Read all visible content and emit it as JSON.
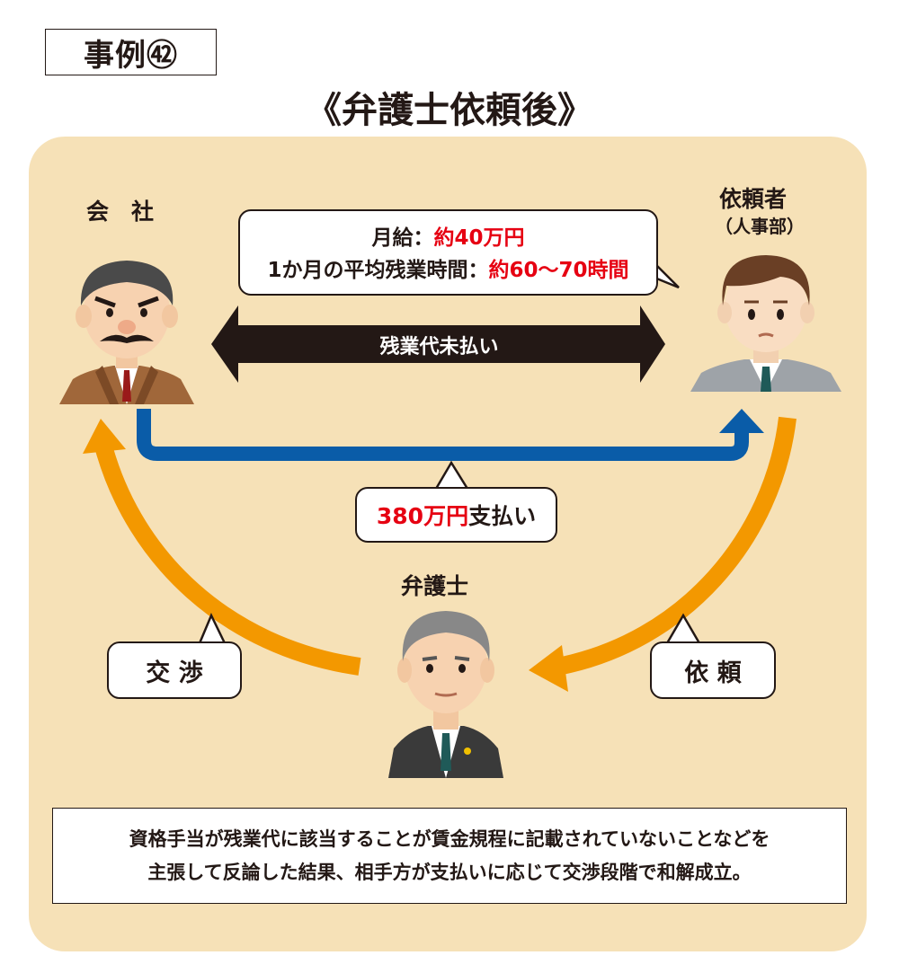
{
  "case_label": "事例㊷",
  "title": "《弁護士依頼後》",
  "company": {
    "label": "会　社"
  },
  "client": {
    "label": "依頼者",
    "sub": "（人事部）"
  },
  "lawyer": {
    "label": "弁護士"
  },
  "info_bubble": {
    "line1_label": "月給：",
    "line1_value": "約40万円",
    "line2_label": "1か月の平均残業時間：",
    "line2_value": "約60～70時間"
  },
  "unpaid_arrow": {
    "label": "残業代未払い"
  },
  "payment_bubble": {
    "amount": "380万円",
    "text": "支払い"
  },
  "negotiation_bubble": {
    "label": "交 渉"
  },
  "request_bubble": {
    "label": "依 頼"
  },
  "summary": {
    "line1": "資格手当が残業代に該当することが賃金規程に記載されていないことなどを",
    "line2": "主張して反論した結果、相手方が支払いに応じて交渉段階で和解成立。"
  },
  "colors": {
    "panel": "#f6e1b7",
    "orange": "#f39800",
    "blue": "#0a5ca8",
    "black_arrow": "#231815",
    "red": "#e60012"
  }
}
